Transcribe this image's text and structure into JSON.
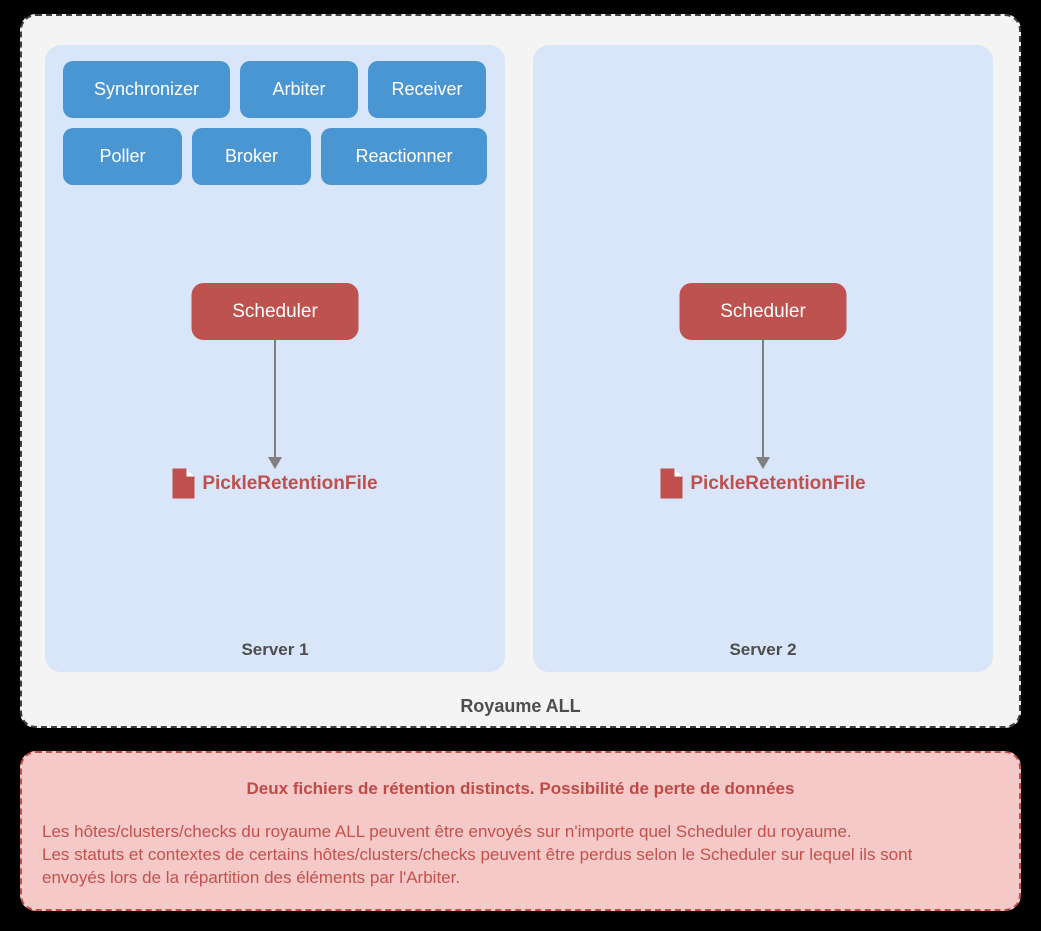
{
  "colors": {
    "page_background": "#000000",
    "royaume_background": "#f4f4f4",
    "royaume_border": "#3f3f3f",
    "server_panel_background": "#d9e5f8",
    "daemon_node_fill": "#4a96d3",
    "scheduler_node_fill": "#bd524f",
    "node_text": "#ffffff",
    "retention_file_accent": "#c0504d",
    "arrow": "#7f7f7f",
    "label_text": "#4d4d4d",
    "warning_background": "#f5c9c8",
    "warning_border": "#c0504d",
    "warning_text": "#c5504c"
  },
  "icons": {
    "file_icon": "document-with-folded-corner",
    "arrow_icon": "downward-arrow"
  },
  "diagram": {
    "royaume_label": "Royaume ALL",
    "servers": [
      {
        "label": "Server 1",
        "daemons": {
          "row1": [
            "Synchronizer",
            "Arbiter",
            "Receiver"
          ],
          "row2": [
            "Poller",
            "Broker",
            "Reactionner"
          ]
        },
        "scheduler": "Scheduler",
        "retention_file": "PickleRetentionFile"
      },
      {
        "label": "Server 2",
        "scheduler": "Scheduler",
        "retention_file": "PickleRetentionFile"
      }
    ]
  },
  "warning": {
    "title": "Deux fichiers de rétention distincts. Possibilité de perte de données",
    "lines": [
      "Les hôtes/clusters/checks du royaume ALL peuvent être envoyés sur n'importe quel Scheduler du royaume.",
      "Les statuts et contextes de certains hôtes/clusters/checks peuvent être perdus selon le Scheduler sur lequel ils sont",
      "envoyés lors de la répartition des éléments par l'Arbiter."
    ]
  }
}
